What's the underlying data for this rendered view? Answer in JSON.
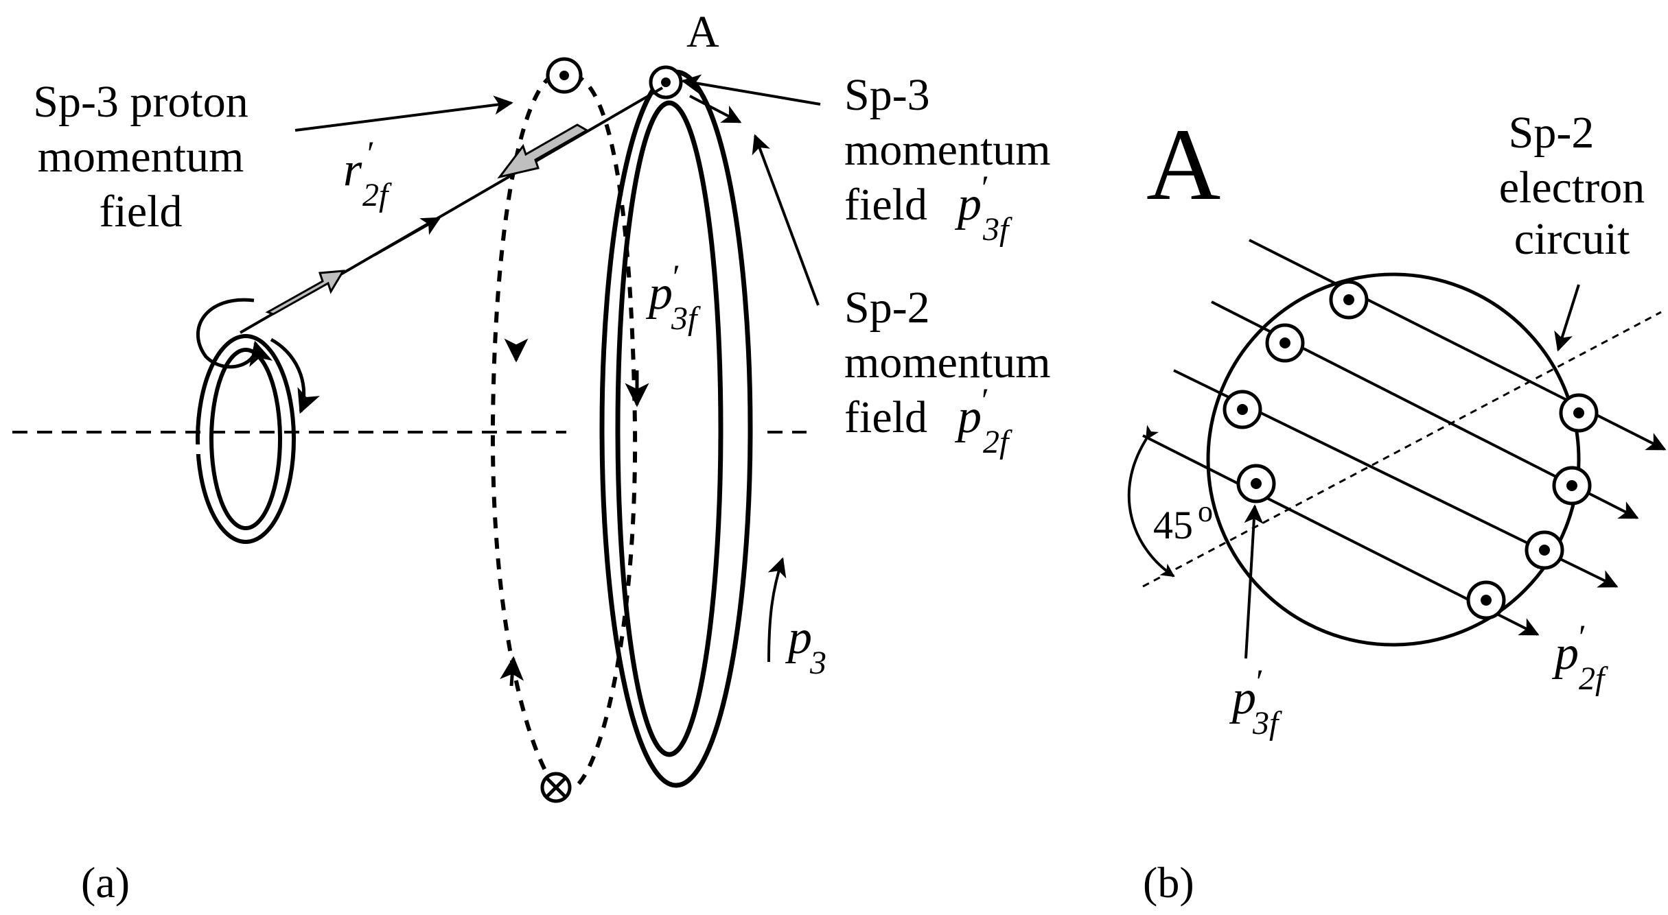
{
  "panel_a": {
    "point_label": "A",
    "proton_field": [
      "Sp-3 proton",
      "momentum",
      "field"
    ],
    "r_symbol": "r",
    "r_sub": "2f",
    "sp3_label": [
      "Sp-3",
      "momentum",
      "field"
    ],
    "p_symbol": "p",
    "p3f_sub": "3f",
    "sp2_label": [
      "Sp-2",
      "momentum",
      "field"
    ],
    "p2f_sub": "2f",
    "p3_sub": "3",
    "prime": "′",
    "caption": "(a)"
  },
  "panel_b": {
    "big_label": "A",
    "circuit_label": [
      "Sp-2",
      "electron",
      "circuit"
    ],
    "angle_label": "45",
    "degree": "o",
    "p_symbol": "p",
    "p3f_sub": "3f",
    "p2f_sub": "2f",
    "prime": "′",
    "caption": "(b)"
  }
}
